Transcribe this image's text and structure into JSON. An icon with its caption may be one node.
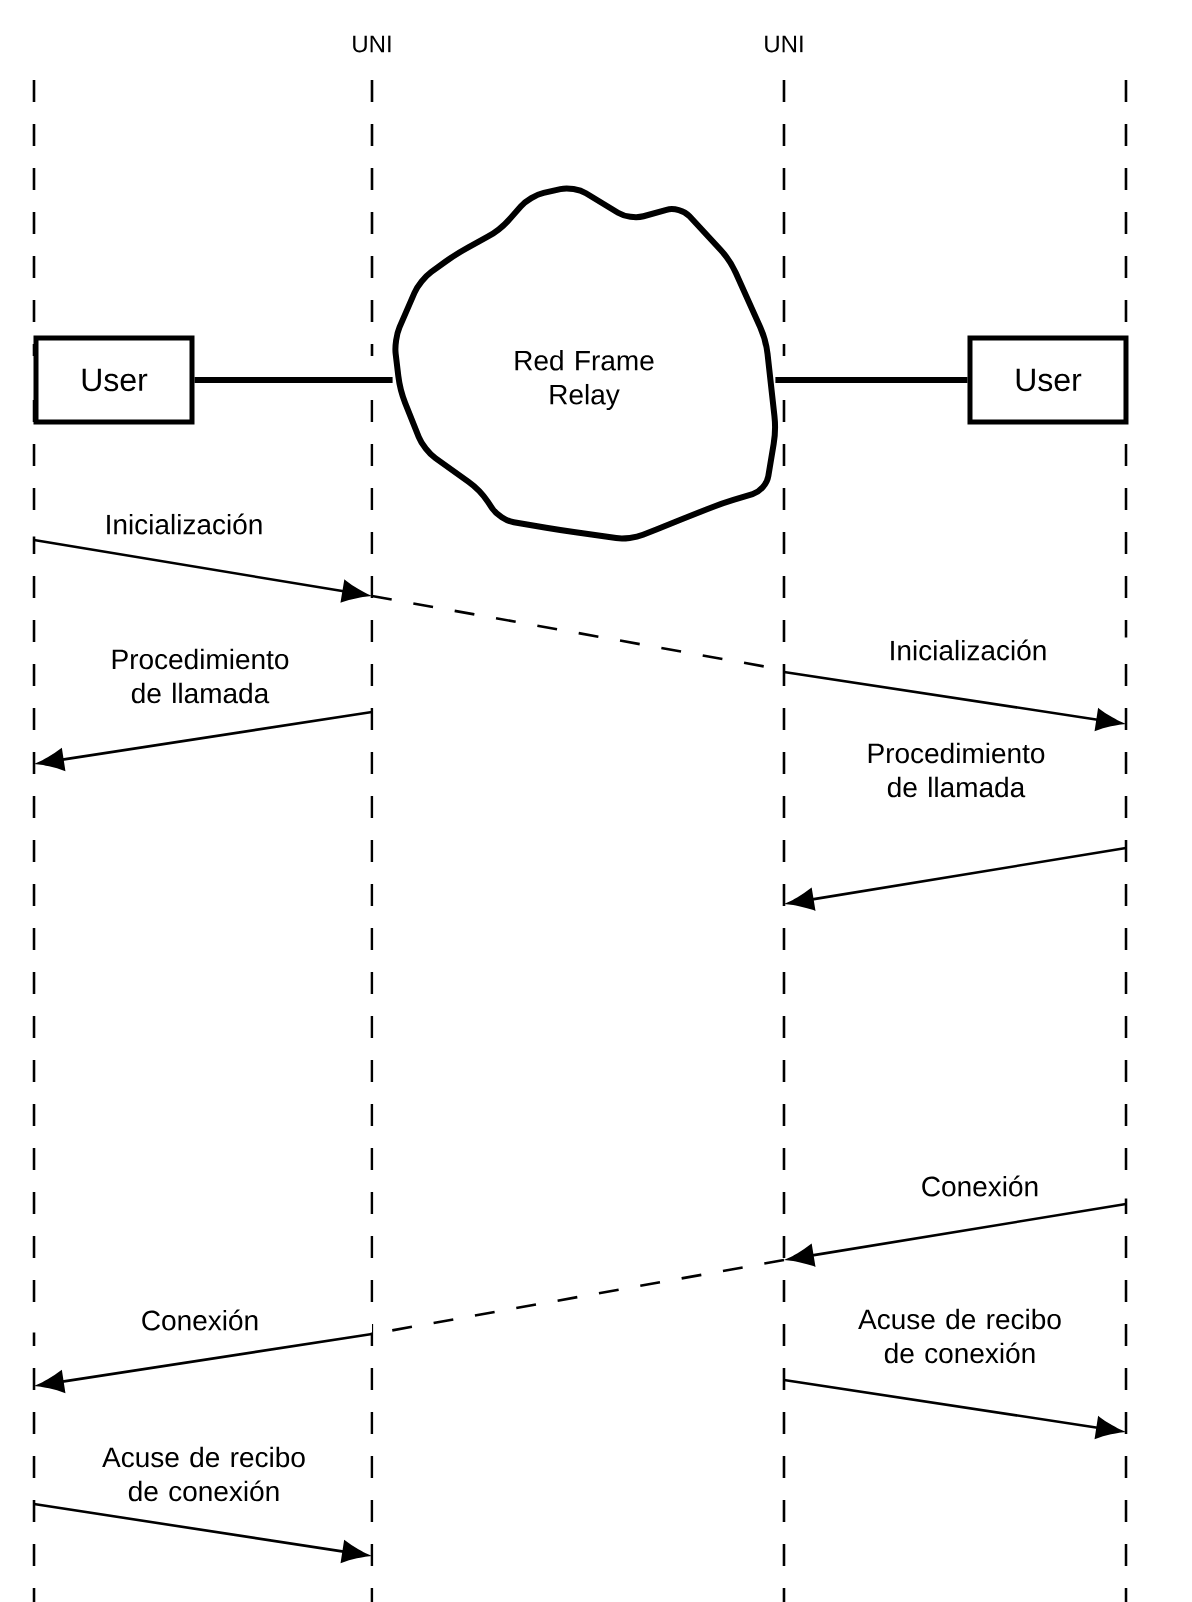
{
  "diagram": {
    "nodes": [
      {
        "text": [],
        "shape": "line"
      },
      {
        "text": [],
        "shape": "line"
      },
      {
        "text": [],
        "shape": "line"
      },
      {
        "text": [],
        "shape": "line"
      },
      {
        "text": [
          "User"
        ]
      },
      {
        "text": [
          "Red Frame Relay"
        ]
      },
      {
        "text": [
          "User"
        ]
      }
    ],
    "edges": [
      {
        "from": 4,
        "to": 5,
        "arrow": "none",
        "style": "thick"
      },
      {
        "from": 5,
        "to": 6,
        "arrow": "none",
        "style": "thick"
      },
      {
        "from": 0,
        "to": 1,
        "arrow": "to",
        "label": "Inicialización"
      },
      {
        "from": 1,
        "to": 2,
        "arrow": "none",
        "style": "dashed"
      },
      {
        "from": 2,
        "to": 3,
        "arrow": "to",
        "label": "Inicialización"
      },
      {
        "from": 1,
        "to": 0,
        "arrow": "to",
        "label": "Procedimiento de llamada"
      },
      {
        "from": 3,
        "to": 2,
        "arrow": "to",
        "label": "Procedimiento de llamada"
      },
      {
        "from": 3,
        "to": 2,
        "arrow": "to",
        "label": "Conexión"
      },
      {
        "from": 2,
        "to": 1,
        "arrow": "none",
        "style": "dashed"
      },
      {
        "from": 1,
        "to": 0,
        "arrow": "to",
        "label": "Conexión"
      },
      {
        "from": 2,
        "to": 3,
        "arrow": "to",
        "label": "Acuse de recibo de conexión"
      },
      {
        "from": 0,
        "to": 1,
        "arrow": "to",
        "label": "Acuse de recibo de conexión"
      }
    ],
    "labels": [
      "UNI",
      "UNI"
    ]
  }
}
